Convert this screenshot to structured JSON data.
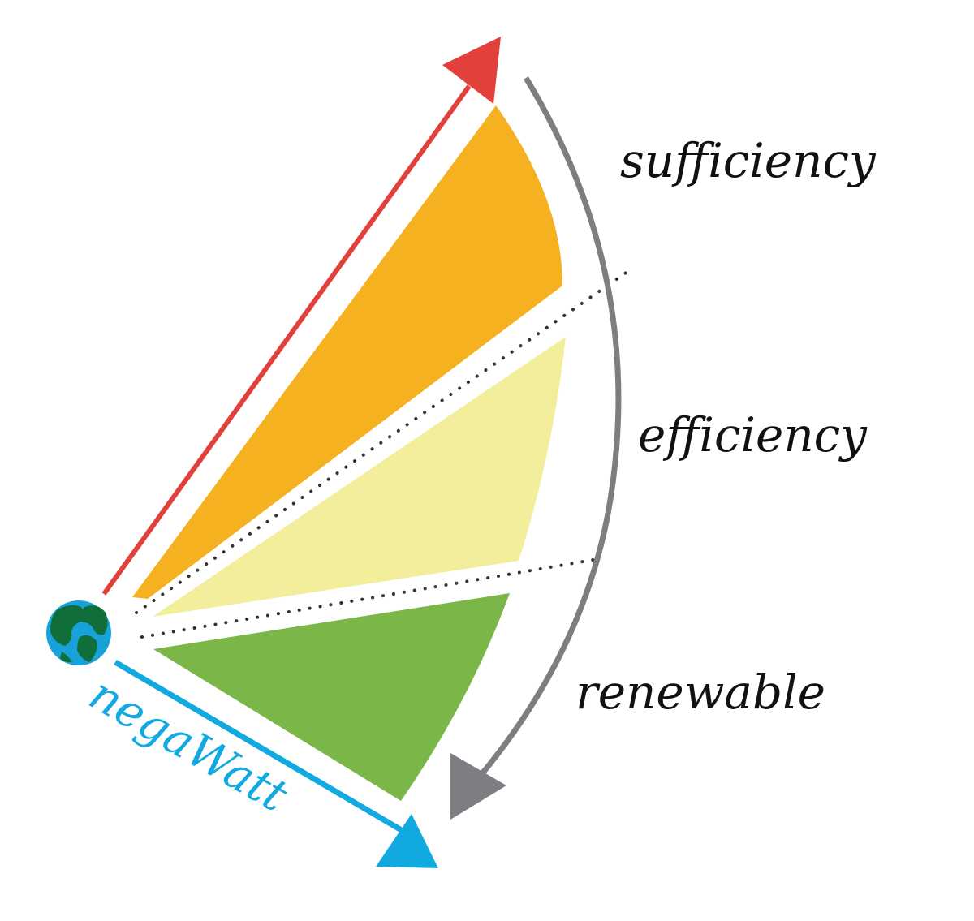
{
  "labels": {
    "sufficiency": "sufficiency",
    "efficiency": "efficiency",
    "renewable": "renewable",
    "negawatt": "negaWatt"
  },
  "colors": {
    "sufficiency_fill": "#F6B120",
    "efficiency_fill": "#F2EE9C",
    "renewable_fill": "#7AB648",
    "upper_arrow": "#E2403B",
    "lower_arrow": "#12A9E0",
    "curved_arrow": "#7D7E82",
    "dotted_divider": "#333333",
    "text": "#111111",
    "negawatt_text": "#12A9E0",
    "globe_ocean": "#19A2DA",
    "globe_land": "#0F6E3A"
  },
  "icons": {
    "globe": "globe-icon"
  }
}
